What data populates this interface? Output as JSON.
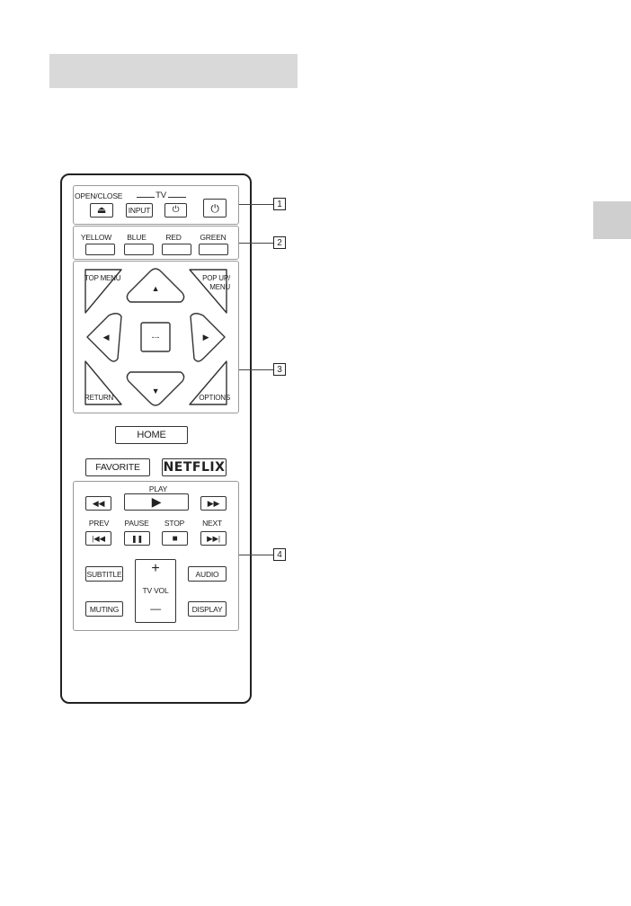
{
  "colors": {
    "header_bar": "#d9d9d9",
    "side_tab": "#cfcfcf",
    "outline": "#222222"
  },
  "callouts": {
    "c1": "1",
    "c2": "2",
    "c3": "3",
    "c4": "4"
  },
  "remote": {
    "section1": {
      "open_close_label": "OPEN/CLOSE",
      "tv_label": "TV",
      "eject_glyph": "⏏",
      "input_label": "INPUT",
      "tv_power_glyph": "⏻",
      "power_glyph": "⏻"
    },
    "section2": {
      "yellow_label": "YELLOW",
      "blue_label": "BLUE",
      "red_label": "RED",
      "green_label": "GREEN"
    },
    "section3": {
      "top_menu_label": "TOP MENU",
      "popup_menu_label1": "POP UP/",
      "popup_menu_label2": "MENU",
      "return_label": "RETURN",
      "options_label": "OPTIONS",
      "up_glyph": "▲",
      "down_glyph": "▼",
      "left_glyph": "◀",
      "right_glyph": "▶",
      "enter_glyph": "-·-"
    },
    "home_label": "HOME",
    "favorite_label": "FAVORITE",
    "netflix_label": "NETFLIX",
    "section4": {
      "play_label": "PLAY",
      "rewind_glyph": "◀◀",
      "play_glyph": "▶",
      "forward_glyph": "▶▶",
      "prev_label": "PREV",
      "pause_label": "PAUSE",
      "stop_label": "STOP",
      "next_label": "NEXT",
      "prev_glyph": "|◀◀",
      "pause_glyph": "❚❚",
      "stop_glyph": "■",
      "next_glyph": "▶▶|",
      "subtitle_label": "SUBTITLE",
      "audio_label": "AUDIO",
      "muting_label": "MUTING",
      "display_label": "DISPLAY",
      "vol_plus_glyph": "+",
      "tv_vol_label": "TV VOL",
      "vol_minus_glyph": "—"
    }
  }
}
